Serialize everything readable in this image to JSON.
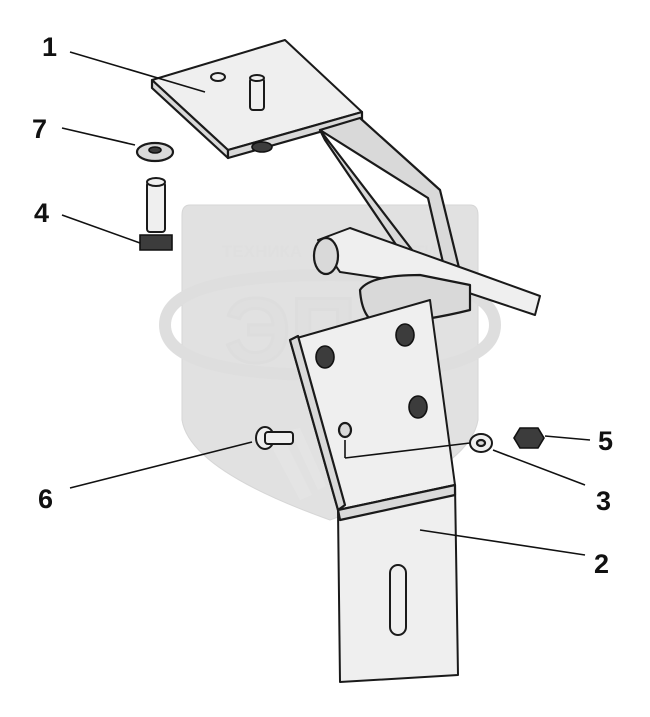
{
  "watermark": {
    "line1_left": "ТЕХНИКА",
    "line1_right": "ЗАПЧАСТИ",
    "big": "ЭПФ"
  },
  "callouts": [
    {
      "id": "1",
      "label": "1"
    },
    {
      "id": "2",
      "label": "2"
    },
    {
      "id": "3",
      "label": "3"
    },
    {
      "id": "4",
      "label": "4"
    },
    {
      "id": "5",
      "label": "5"
    },
    {
      "id": "6",
      "label": "6"
    },
    {
      "id": "7",
      "label": "7"
    }
  ]
}
